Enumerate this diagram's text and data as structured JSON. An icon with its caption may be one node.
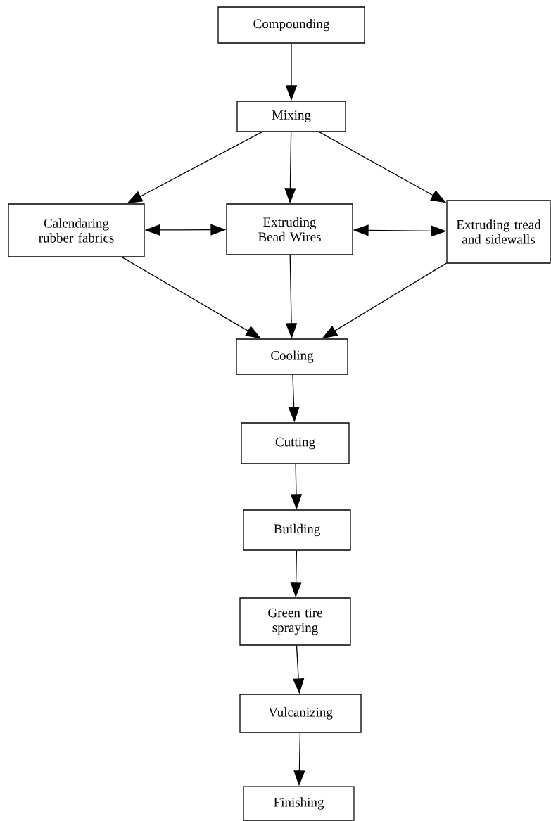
{
  "diagram": {
    "nodes": [
      {
        "text": [
          "Compounding"
        ]
      },
      {
        "text": [
          "Mixing"
        ]
      },
      {
        "text": [
          "Calendaring rubber fabrics"
        ]
      },
      {
        "text": [
          "Extruding Bead Wires"
        ]
      },
      {
        "text": [
          "Extruding tread and sidewalls"
        ]
      },
      {
        "text": [
          "Cooling"
        ]
      },
      {
        "text": [
          "Cutting"
        ]
      },
      {
        "text": [
          "Building"
        ]
      },
      {
        "text": [
          "Green tire spraying"
        ]
      },
      {
        "text": [
          "Vulcanizing"
        ]
      },
      {
        "text": [
          "Finishing"
        ]
      }
    ],
    "edges": [
      {
        "from": 0,
        "to": 1,
        "arrow": "to"
      },
      {
        "from": 1,
        "to": 2,
        "arrow": "to"
      },
      {
        "from": 1,
        "to": 3,
        "arrow": "to"
      },
      {
        "from": 1,
        "to": 4,
        "arrow": "to"
      },
      {
        "from": 2,
        "to": 3,
        "arrow": "both"
      },
      {
        "from": 3,
        "to": 4,
        "arrow": "both"
      },
      {
        "from": 2,
        "to": 5,
        "arrow": "to"
      },
      {
        "from": 3,
        "to": 5,
        "arrow": "to"
      },
      {
        "from": 4,
        "to": 5,
        "arrow": "to"
      },
      {
        "from": 5,
        "to": 6,
        "arrow": "to"
      },
      {
        "from": 6,
        "to": 7,
        "arrow": "to"
      },
      {
        "from": 7,
        "to": 8,
        "arrow": "to"
      },
      {
        "from": 8,
        "to": 9,
        "arrow": "to"
      },
      {
        "from": 9,
        "to": 10,
        "arrow": "to"
      }
    ]
  }
}
